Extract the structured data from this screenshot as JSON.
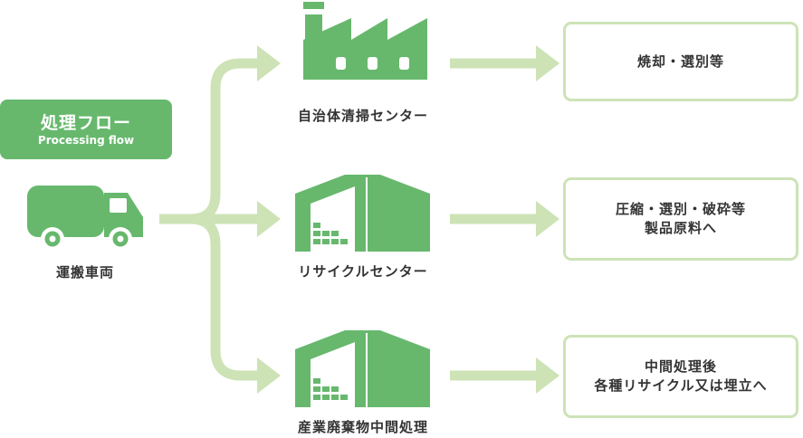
{
  "colors": {
    "primary_green": "#67b86d",
    "light_green": "#cde3b6",
    "text": "#333333"
  },
  "header": {
    "title": "処理フロー",
    "subtitle": "Processing flow"
  },
  "source": {
    "label": "運搬車両",
    "icon": "truck-icon"
  },
  "facilities": [
    {
      "label": "自治体清掃センター",
      "icon": "factory-icon"
    },
    {
      "label": "リサイクルセンター",
      "icon": "warehouse-icon"
    },
    {
      "label": "産業廃棄物中間処理",
      "icon": "warehouse-icon"
    }
  ],
  "outcomes": [
    {
      "lines": [
        "焼却・選別等"
      ]
    },
    {
      "lines": [
        "圧縮・選別・破砕等",
        "製品原料へ"
      ]
    },
    {
      "lines": [
        "中間処理後",
        "各種リサイクル又は埋立へ"
      ]
    }
  ]
}
